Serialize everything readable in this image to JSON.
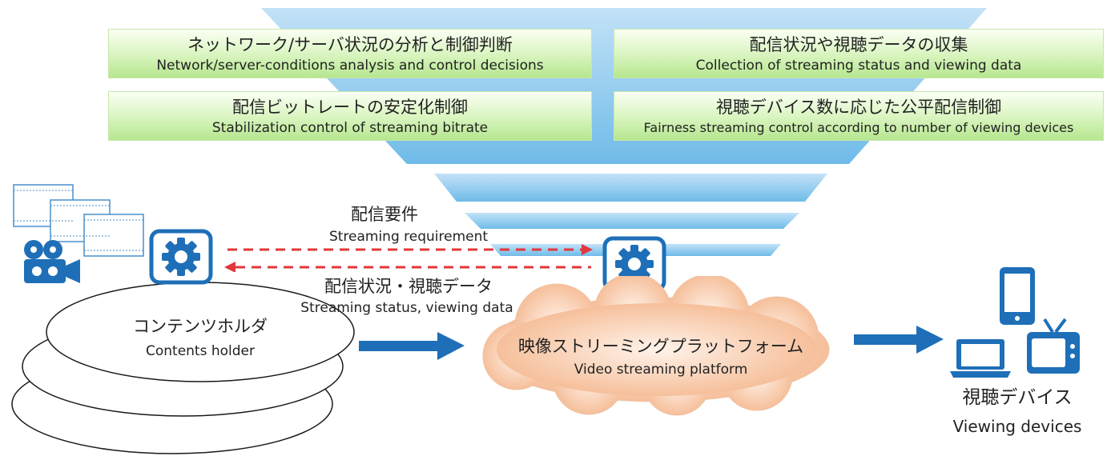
{
  "colors": {
    "funnel_top": "#b9dbf3",
    "funnel_bottom": "#5fb1e6",
    "green_box": "#c8f0a8",
    "accent_blue": "#1e6fb8",
    "dashed_red": "#e0383c",
    "cloud": "#f6b98e"
  },
  "functions": [
    {
      "jp": "ネットワーク/サーバ状況の分析と制御判断",
      "en": "Network/server-conditions analysis and control decisions"
    },
    {
      "jp": "配信状況や視聴データの収集",
      "en": "Collection of streaming status and viewing data"
    },
    {
      "jp": "配信ビットレートの安定化制御",
      "en": "Stabilization control of streaming bitrate"
    },
    {
      "jp": "視聴デバイス数に応じた公平配信制御",
      "en": "Fairness streaming control according to number of viewing devices"
    }
  ],
  "requirement": {
    "jp": "配信要件",
    "en": "Streaming requirement"
  },
  "status": {
    "jp": "配信状況・視聴データ",
    "en": "Streaming status, viewing data"
  },
  "holder": {
    "jp": "コンテンツホルダ",
    "en": "Contents holder"
  },
  "platform": {
    "jp": "映像ストリーミングプラットフォーム",
    "en": "Video streaming platform"
  },
  "devices": {
    "jp": "視聴デバイス",
    "en": "Viewing devices"
  },
  "icons": [
    "film-strip-icon",
    "video-camera-icon",
    "gear-icon",
    "smartphone-icon",
    "laptop-icon",
    "television-icon"
  ]
}
